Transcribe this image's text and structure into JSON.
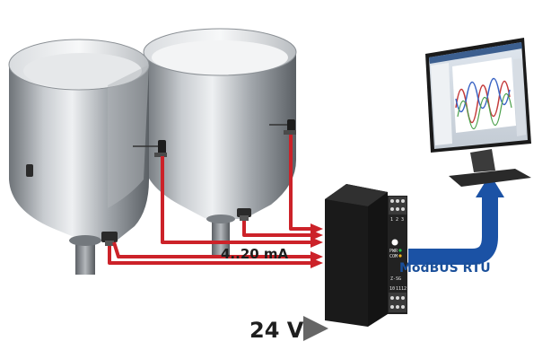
{
  "labels": {
    "current_loop": "4..20 mA",
    "fieldbus": "ModBUS RTU",
    "supply": "24 V"
  },
  "module": {
    "terminals_top": [
      "1",
      "2",
      "3"
    ],
    "terminals_bottom": [
      "10",
      "11",
      "12"
    ],
    "leds": [
      "PWR",
      "COM"
    ],
    "brand_mark": "Z-SG"
  },
  "colors": {
    "signal_wire": "#cc2229",
    "fieldbus_arrow": "#1b52a5",
    "tank_steel": "#9aa0a6",
    "module_body": "#1c1c1c"
  },
  "icons": {
    "sensor": "level-sensor-icon",
    "monitor": "scada-monitor-icon"
  }
}
